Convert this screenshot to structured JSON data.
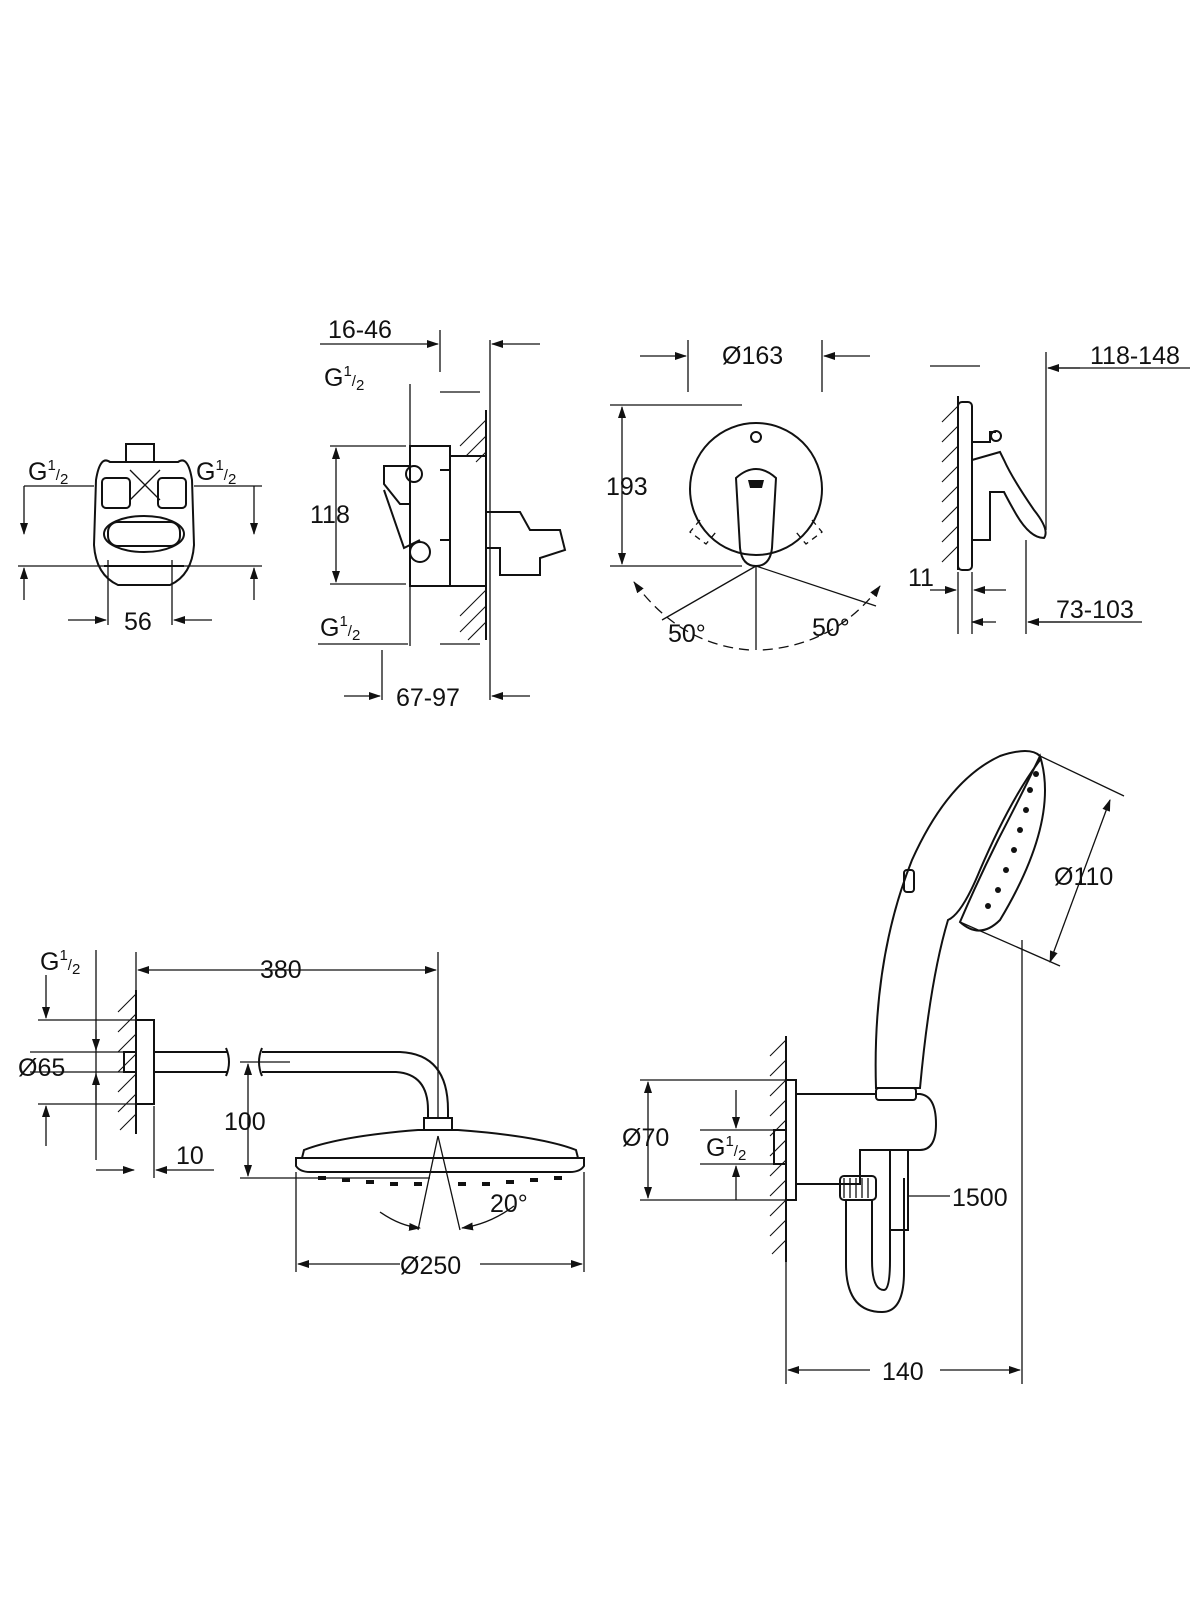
{
  "labels": {
    "thread": "G",
    "thread_num": "1",
    "thread_den": "2",
    "box_width": "56",
    "wall_range": "16-46",
    "box_height": "118",
    "depth_range": "67-97",
    "plate_diameter": "Ø163",
    "plate_height": "193",
    "angle_left": "50°",
    "angle_right": "50°",
    "side_projection": "118-148",
    "side_gap": "11",
    "side_handle": "73-103",
    "arm_length": "380",
    "flange_diameter": "Ø65",
    "arm_drop": "100",
    "flange_depth": "10",
    "tilt_angle": "20°",
    "head_diameter": "Ø250",
    "hand_diameter": "Ø110",
    "elbow_diameter": "Ø70",
    "hose_length": "1500",
    "hand_projection": "140"
  }
}
